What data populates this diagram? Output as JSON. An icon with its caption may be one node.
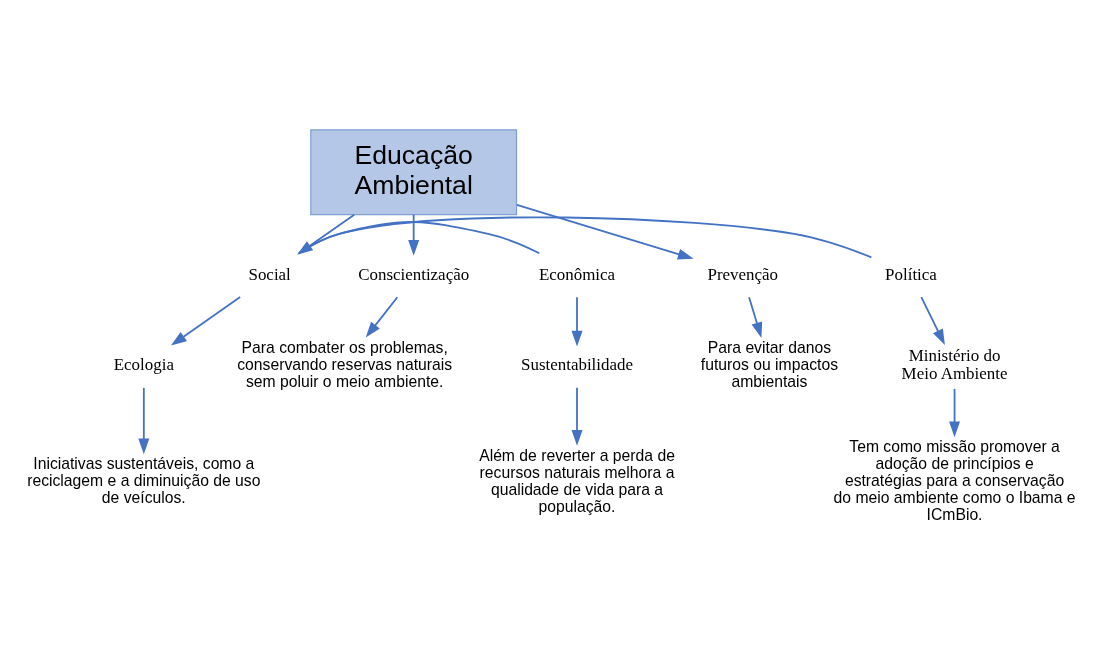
{
  "diagram": {
    "nodes": [
      {
        "text": [
          "Educação Ambiental"
        ]
      },
      {
        "text": [
          "Conscientização"
        ]
      },
      {
        "text": [
          "Prevenção"
        ]
      },
      {
        "text": [
          "Para combater os problemas, conservando reservas naturais sem poluir o meio ambiente."
        ]
      },
      {
        "text": [
          "Para evitar danos futuros ou impactos ambientais"
        ]
      },
      {
        "text": [
          "Econômica"
        ]
      },
      {
        "text": [
          "Social"
        ]
      },
      {
        "text": [
          "Política"
        ]
      },
      {
        "text": [
          "Sustentabilidade"
        ]
      },
      {
        "text": [
          "Ecologia"
        ]
      },
      {
        "text": [
          "Ministério do Meio Ambiente"
        ]
      },
      {
        "text": [
          "Além de reverter a perda de recursos naturais melhora a qualidade de vida para a população."
        ]
      },
      {
        "text": [
          "Iniciativas sustentáveis, como a reciclagem e a diminuição de uso de veículos."
        ]
      },
      {
        "text": [
          "Tem como missão promover a adoção de princípios e estratégias para a conservação do meio ambiente como o Ibama e ICmBio."
        ]
      }
    ],
    "edges": [
      {
        "from": 0,
        "to": 1,
        "arrow": "to"
      },
      {
        "from": 0,
        "to": 6,
        "arrow": "to"
      },
      {
        "from": 0,
        "to": 2,
        "arrow": "to"
      },
      {
        "from": 1,
        "to": 3,
        "arrow": "to"
      },
      {
        "from": 2,
        "to": 4,
        "arrow": "to"
      },
      {
        "from": 5,
        "to": 6,
        "arrow": "none"
      },
      {
        "from": 6,
        "to": 7,
        "arrow": "none"
      },
      {
        "from": 5,
        "to": 8,
        "arrow": "to"
      },
      {
        "from": 6,
        "to": 9,
        "arrow": "to"
      },
      {
        "from": 7,
        "to": 10,
        "arrow": "to"
      },
      {
        "from": 8,
        "to": 11,
        "arrow": "to"
      },
      {
        "from": 9,
        "to": 12,
        "arrow": "to"
      },
      {
        "from": 10,
        "to": 13,
        "arrow": "to"
      }
    ]
  }
}
